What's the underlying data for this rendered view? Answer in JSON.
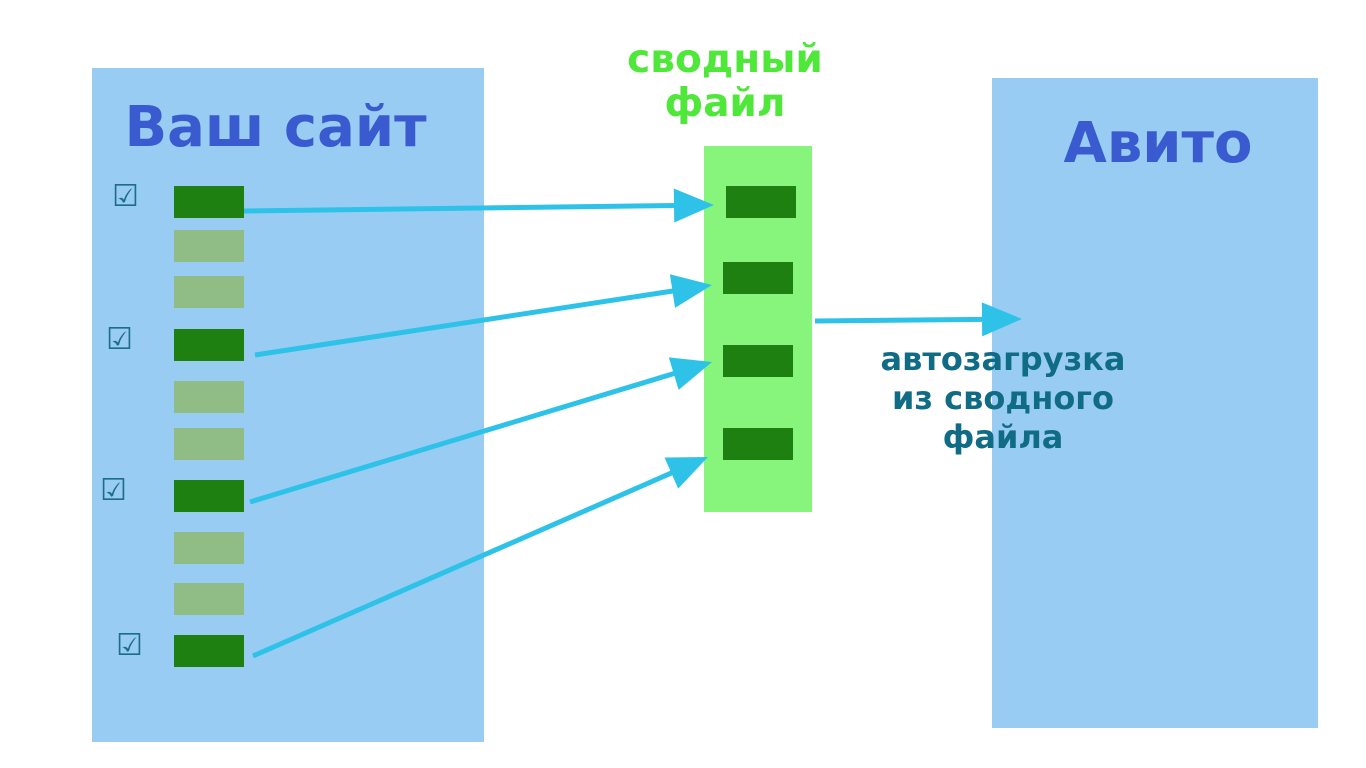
{
  "site": {
    "title": "Ваш сайт"
  },
  "summary": {
    "title": "сводный файл"
  },
  "avito": {
    "title": "Авито"
  },
  "upload": {
    "caption": "автозагрузка из сводного файла"
  },
  "listings": [
    {
      "state": "selected",
      "checked": true
    },
    {
      "state": "unselected",
      "checked": false
    },
    {
      "state": "unselected",
      "checked": false
    },
    {
      "state": "selected",
      "checked": true
    },
    {
      "state": "unselected",
      "checked": false
    },
    {
      "state": "unselected",
      "checked": false
    },
    {
      "state": "selected",
      "checked": true
    },
    {
      "state": "unselected",
      "checked": false
    },
    {
      "state": "unselected",
      "checked": false
    },
    {
      "state": "selected",
      "checked": true
    }
  ],
  "summary_records": 4,
  "icons": {
    "checkbox": "checked-checkbox-icon"
  },
  "colors": {
    "panel": "#99ccf3",
    "summary_panel": "#87f57c",
    "title_blue": "#3a5bcf",
    "title_green": "#4fe83a",
    "caption": "#106c85",
    "selected": "#1f8012",
    "unselected": "#8fbd85",
    "arrow": "#2ec2e8",
    "check": "#1b6e86"
  }
}
